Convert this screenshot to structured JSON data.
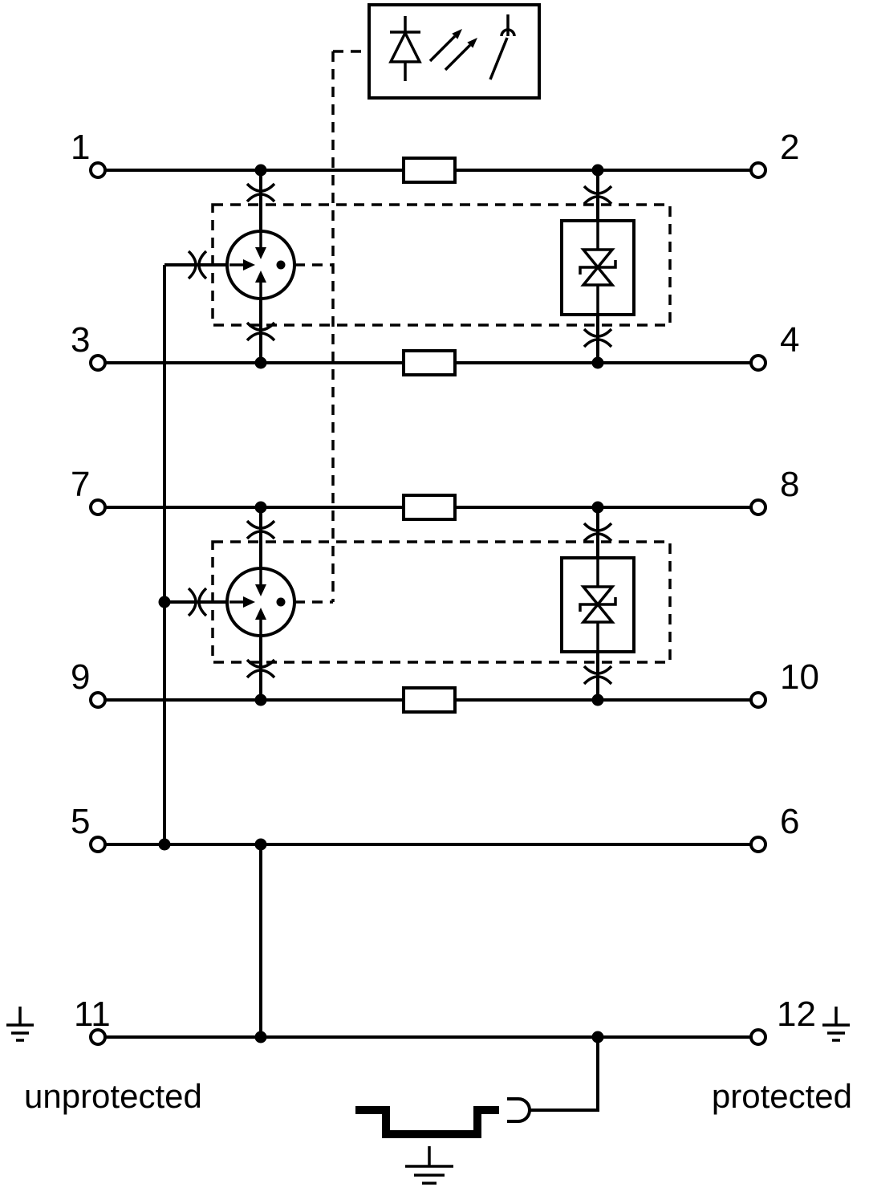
{
  "terminals": {
    "t1": "1",
    "t2": "2",
    "t3": "3",
    "t4": "4",
    "t5": "5",
    "t6": "6",
    "t7": "7",
    "t8": "8",
    "t9": "9",
    "t10": "10",
    "t11": "11",
    "t12": "12"
  },
  "labels": {
    "unprotected": "unprotected",
    "protected": "protected"
  },
  "colors": {
    "line": "#000000",
    "background": "#ffffff"
  }
}
